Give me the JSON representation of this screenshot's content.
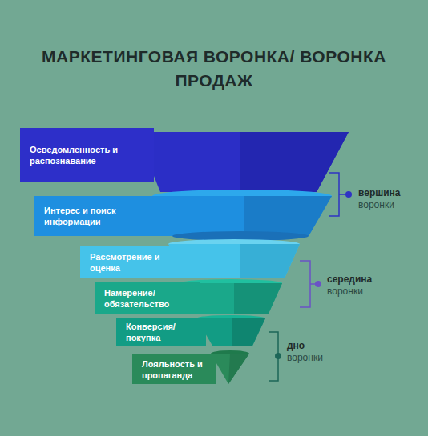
{
  "diagram": {
    "title": "МАРКЕТИНГОВАЯ ВОРОНКА/ ВОРОНКА ПРОДАЖ",
    "nodes": [
      {
        "text": [
          "Осведомленность и распознавание"
        ]
      },
      {
        "text": [
          "Интерес и поиск информации"
        ]
      },
      {
        "text": [
          "Рассмотрение и оценка"
        ]
      },
      {
        "text": [
          "Намерение/ обязательство"
        ]
      },
      {
        "text": [
          "Конверсия/ покупка"
        ]
      },
      {
        "text": [
          "Лояльность и пропаганда"
        ]
      }
    ],
    "labels": [
      "вершина",
      "воронки",
      "середина",
      "воронки",
      "дно",
      "воронки"
    ]
  }
}
